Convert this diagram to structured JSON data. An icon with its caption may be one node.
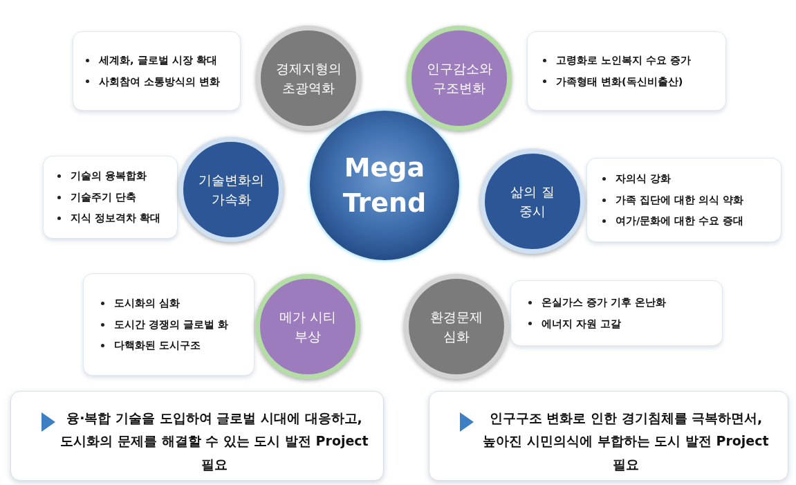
{
  "diagram": {
    "nodes": [
      {
        "text": [
          "Mega Trend"
        ]
      },
      {
        "text": [
          "세계화, 글로벌 시장 확대",
          "사회참여 소통방식의 변화"
        ]
      },
      {
        "text": [
          "경제지형의 초광역화"
        ]
      },
      {
        "text": [
          "인구감소와 구조변화"
        ]
      },
      {
        "text": [
          "고령화로 노인복지 수요 증가",
          "가족형태 변화(독신비출산)"
        ]
      },
      {
        "text": [
          "기술의 융복합화",
          "기술주기 단축",
          "지식 정보격차 확대"
        ]
      },
      {
        "text": [
          "기술변화의 가속화"
        ]
      },
      {
        "text": [
          "삶의 질 중시"
        ]
      },
      {
        "text": [
          "자의식 강화",
          "가족 집단에 대한 의식 약화",
          "여가/문화에 대한 수요 증대"
        ]
      },
      {
        "text": [
          "도시화의 심화",
          "도시간 경쟁의 글로벌 화",
          "다핵화된 도시구조"
        ]
      },
      {
        "text": [
          "메가 시티 부상"
        ]
      },
      {
        "text": [
          "환경문제 심화"
        ]
      },
      {
        "text": [
          "온실가스 증가 기후 온난화",
          "에너지 자원 고갈"
        ]
      },
      {
        "text": [
          "융·복합 기술을 도입하여 글로벌 시대에 대응하고, 도시화의 문제를 해결할 수 있는 도시 발전 Project 필요"
        ]
      },
      {
        "text": [
          "인구구조 변화로 인한 경기침체를 극복하면서, 높아진 시민의식에 부합하는 도시 발전 Project 필요"
        ]
      }
    ],
    "edges": []
  }
}
